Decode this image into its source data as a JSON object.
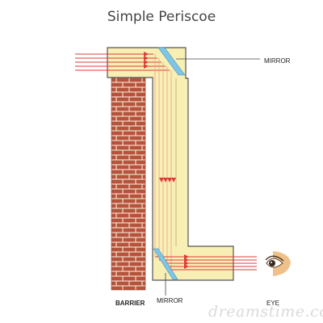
{
  "title": "Simple Periscoe",
  "labels": {
    "mirror_top": "MIRROR",
    "mirror_bottom": "MIRROR",
    "barrier": "BARRIER",
    "eye": "EYE"
  },
  "watermark": "dreamstime.com",
  "colors": {
    "tube_fill": "#f8efb4",
    "tube_stroke": "#555555",
    "mirror": "#7ec6e8",
    "light_ray": "#e03a3a",
    "brick": "#b5533c",
    "mortar": "#f4dcc8",
    "eye_skin": "#efc18a"
  },
  "icons": [
    "eye-icon",
    "brick-wall",
    "mirror"
  ]
}
